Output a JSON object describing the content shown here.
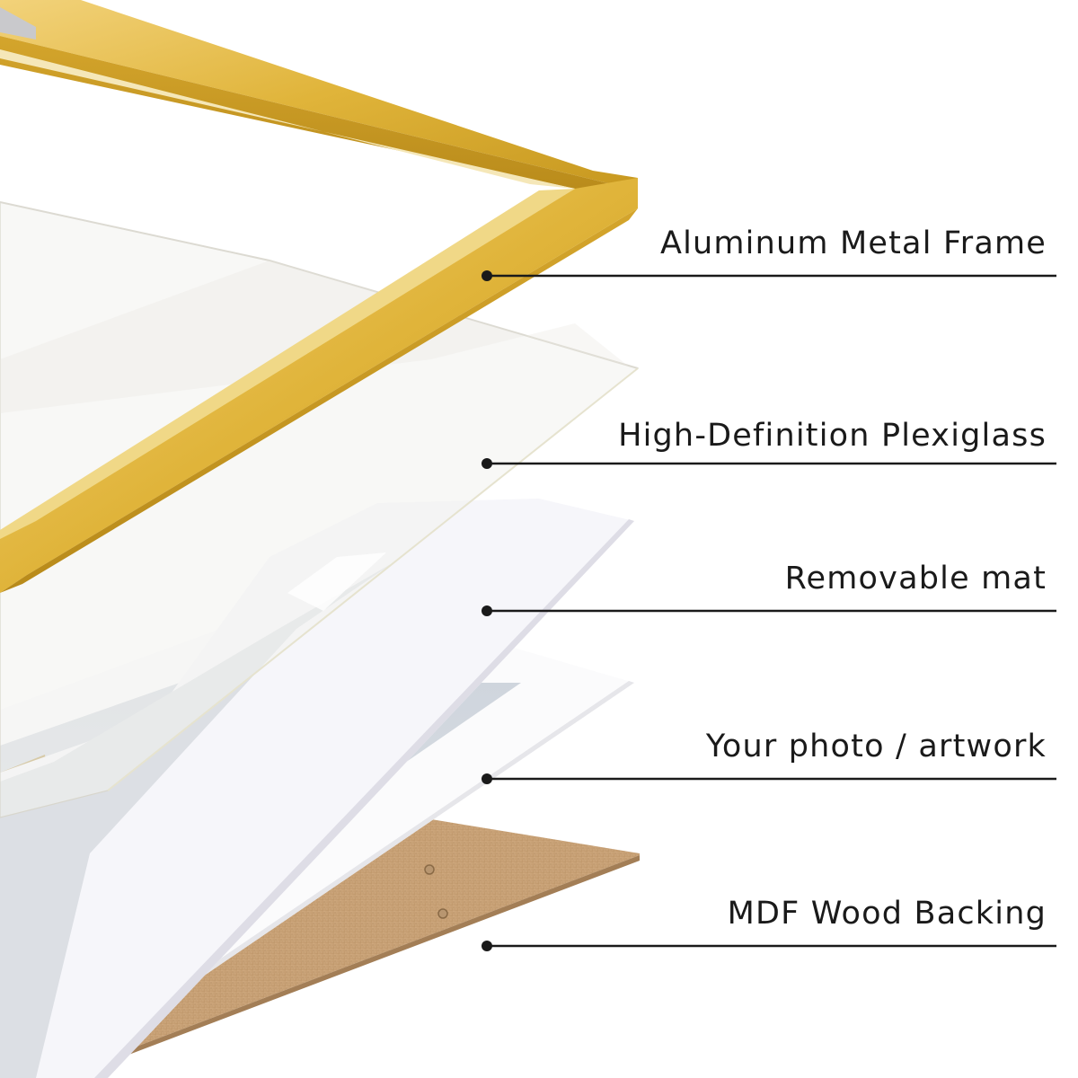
{
  "callouts": [
    {
      "label": "Aluminum Metal Frame"
    },
    {
      "label": "High-Definition Plexiglass"
    },
    {
      "label": "Removable mat"
    },
    {
      "label": "Your photo / artwork"
    },
    {
      "label": "MDF Wood Backing"
    }
  ],
  "colors": {
    "frame_gold": "#e0b43a",
    "frame_gold_dark": "#c7981f",
    "mat_white": "#f7f7fa",
    "backing_kraft": "#c9a37a",
    "line_black": "#1a1a1a"
  }
}
